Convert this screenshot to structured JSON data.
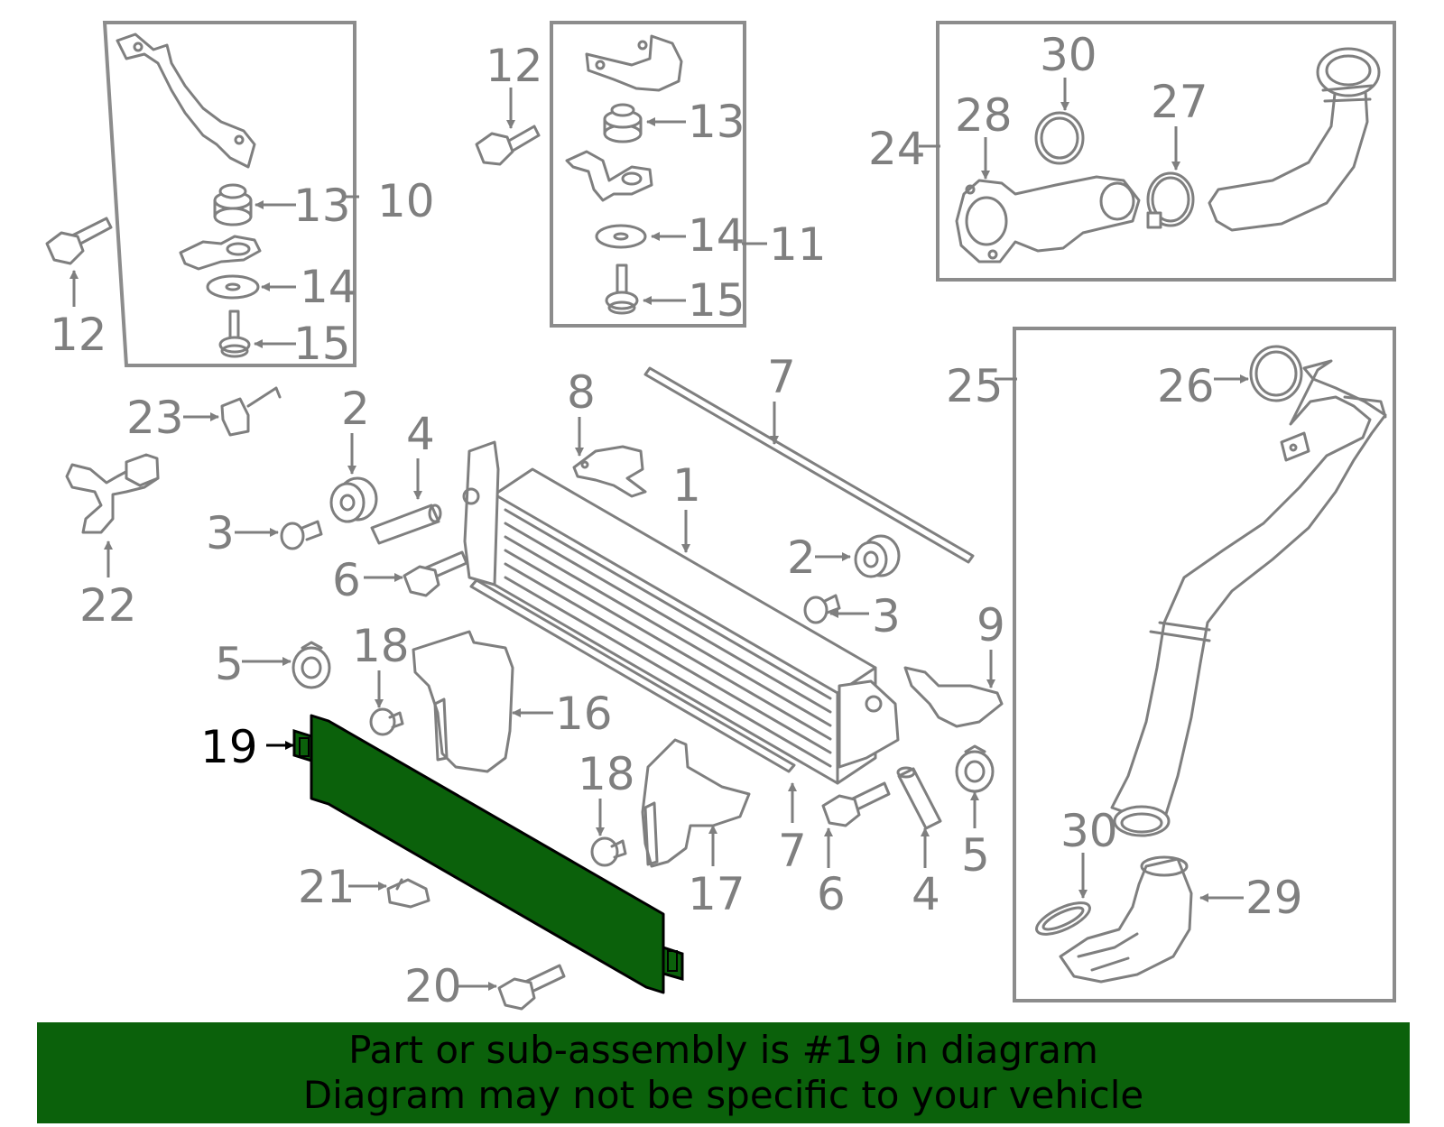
{
  "colors": {
    "highlight_part": "#0b610b",
    "line_art": "#7f7f7f",
    "banner": "#0b610b",
    "highlight_callout": "#000000"
  },
  "callouts": {
    "c1": "1",
    "c2a": "2",
    "c2b": "2",
    "c3a": "3",
    "c3b": "3",
    "c4a": "4",
    "c4b": "4",
    "c5a": "5",
    "c5b": "5",
    "c6a": "6",
    "c6b": "6",
    "c7a": "7",
    "c7b": "7",
    "c8": "8",
    "c9": "9",
    "c10": "10",
    "c11": "11",
    "c12a": "12",
    "c12b": "12",
    "c13a": "13",
    "c13b": "13",
    "c14a": "14",
    "c14b": "14",
    "c15a": "15",
    "c15b": "15",
    "c16": "16",
    "c17": "17",
    "c18a": "18",
    "c18b": "18",
    "c19": "19",
    "c20": "20",
    "c21": "21",
    "c22": "22",
    "c23": "23",
    "c24": "24",
    "c25": "25",
    "c26": "26",
    "c27": "27",
    "c28": "28",
    "c29": "29",
    "c30a": "30",
    "c30b": "30"
  },
  "footer": {
    "line1": "Part or sub-assembly is #19 in diagram",
    "line2": "Diagram may not be specific to your vehicle"
  }
}
